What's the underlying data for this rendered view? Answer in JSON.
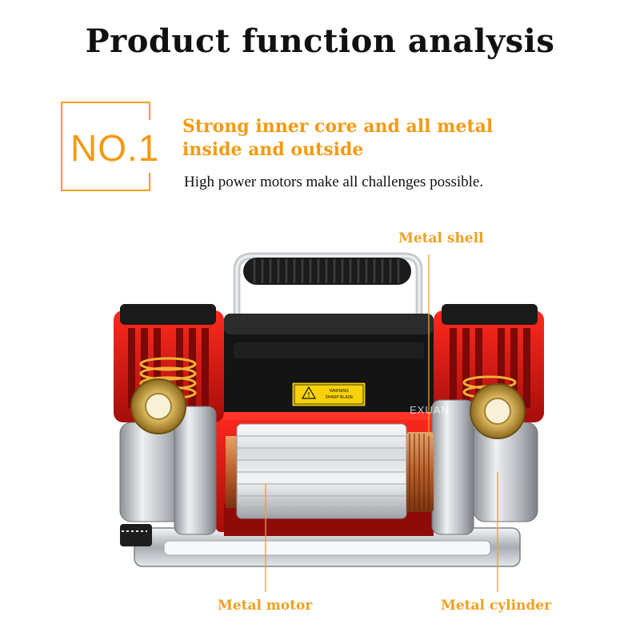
{
  "title": "Product function analysis",
  "feature": {
    "number": "NO.1",
    "headline_line1": "Strong inner core and all metal",
    "headline_line2": "inside and outside",
    "subtitle": "High power motors make all challenges possible."
  },
  "callouts": {
    "shell": "Metal shell",
    "motor": "Metal motor",
    "cylinder": "Metal cylinder"
  },
  "warning_label": {
    "line1": "WARNING",
    "line2": "SHARP BLADE"
  },
  "watermark": "EXUAN",
  "colors": {
    "accent": "#f39a12",
    "body_red": "#cc1010",
    "chrome": "#c9ccd1"
  }
}
